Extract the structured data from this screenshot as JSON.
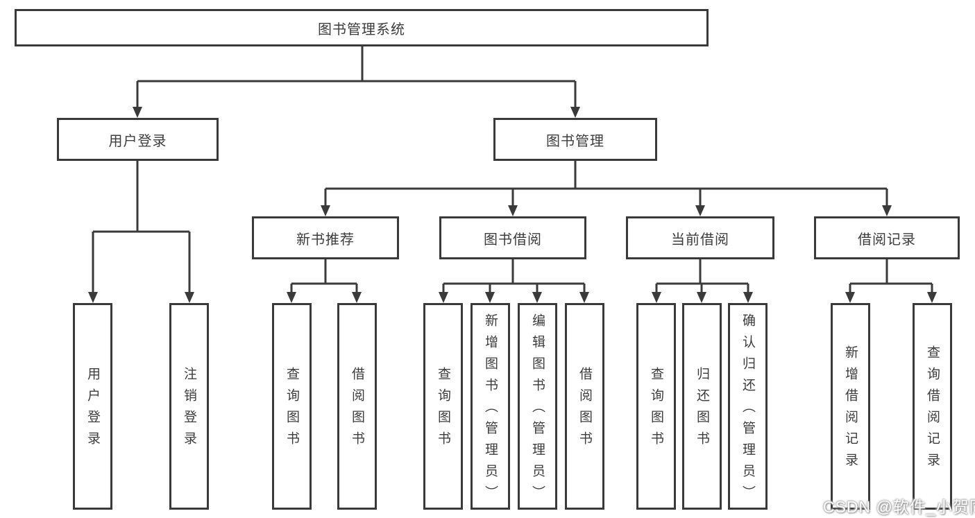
{
  "diagram": {
    "root": {
      "label": "图书管理系统"
    },
    "user_login": {
      "label": "用户登录",
      "children": {
        "login": "用户登录",
        "logout": "注销登录"
      }
    },
    "book_mgmt": {
      "label": "图书管理",
      "sections": {
        "new_books": {
          "label": "新书推荐",
          "children": {
            "query": "查询图书",
            "borrow": "借阅图书"
          }
        },
        "book_borrow": {
          "label": "图书借阅",
          "children": {
            "query": "查询图书",
            "add": "新增图书（管理员）",
            "edit": "编辑图书（管理员）",
            "borrow": "借阅图书"
          }
        },
        "current_borrow": {
          "label": "当前借阅",
          "children": {
            "query": "查询图书",
            "return": "归还图书",
            "confirm": "确认归还（管理员）"
          }
        },
        "borrow_records": {
          "label": "借阅记录",
          "children": {
            "add": "新增借阅记录",
            "query": "查询借阅记录"
          }
        }
      }
    }
  },
  "watermark": {
    "text": "CSDN @软件_小贺同学"
  },
  "colors": {
    "line": "#3a3a3a",
    "text": "#3c3c3c",
    "background": "#ffffff",
    "watermark_text": "#ffffff"
  }
}
